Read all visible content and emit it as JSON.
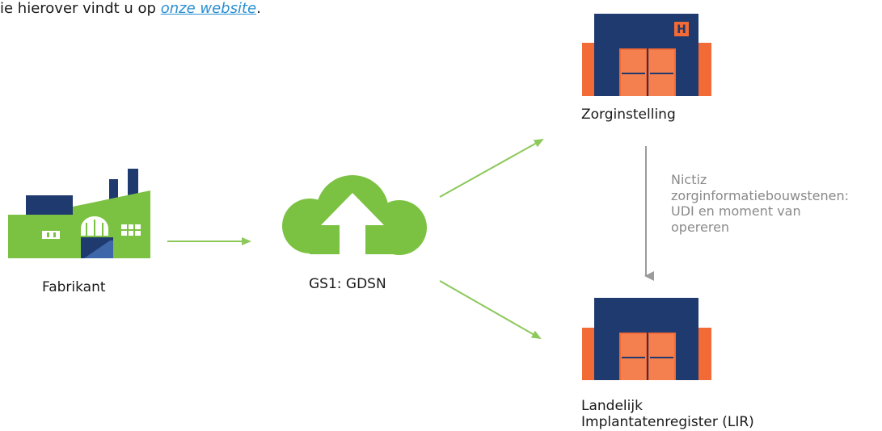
{
  "intro": {
    "text_before": "ie hierover vindt u op ",
    "link_text": "onze website",
    "text_after": "."
  },
  "nodes": {
    "manufacturer": {
      "label": "Fabrikant",
      "icon": "factory-icon"
    },
    "gdsn": {
      "label": "GS1: GDSN",
      "icon": "cloud-upload-icon"
    },
    "care_institution": {
      "label": "Zorginstelling",
      "icon": "hospital-icon",
      "sign": "H"
    },
    "registry": {
      "label_line1": "Landelijk",
      "label_line2": "Implantatenregister (LIR)",
      "icon": "registry-building-icon"
    }
  },
  "note": {
    "text": "Nictiz\nzorginformatiebouwstenen:\nUDI en moment van\nopereren"
  },
  "colors": {
    "green": "#7cc242",
    "arrow_green": "#8cc85a",
    "navy": "#1e3a6e",
    "orange": "#f26a35",
    "orange_light": "#f5804f",
    "grey_arrow": "#9b9b9b",
    "link": "#2a8fd1"
  }
}
